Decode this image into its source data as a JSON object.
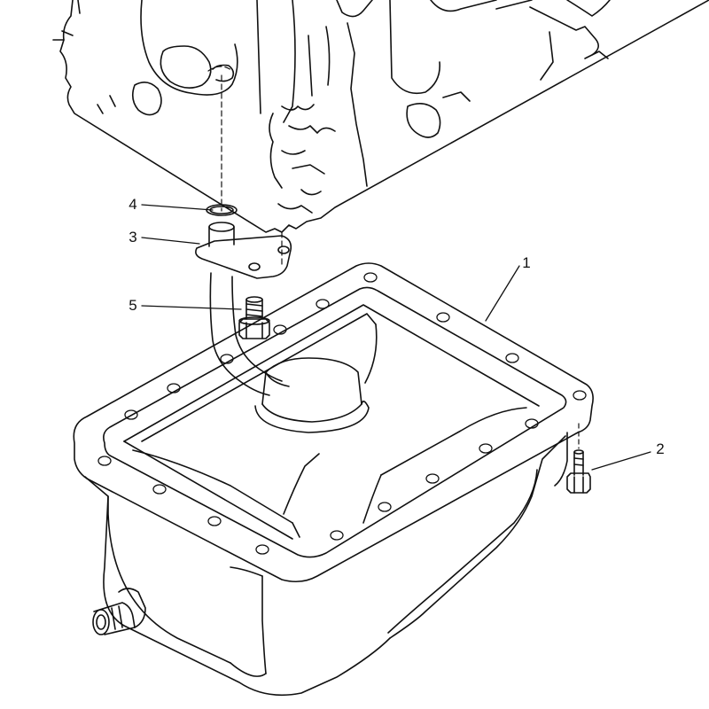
{
  "callouts": {
    "part_1": "1",
    "part_2": "2",
    "part_3": "3",
    "part_4": "4",
    "part_5": "5"
  },
  "colors": {
    "line": "#111111",
    "background": "#ffffff"
  }
}
